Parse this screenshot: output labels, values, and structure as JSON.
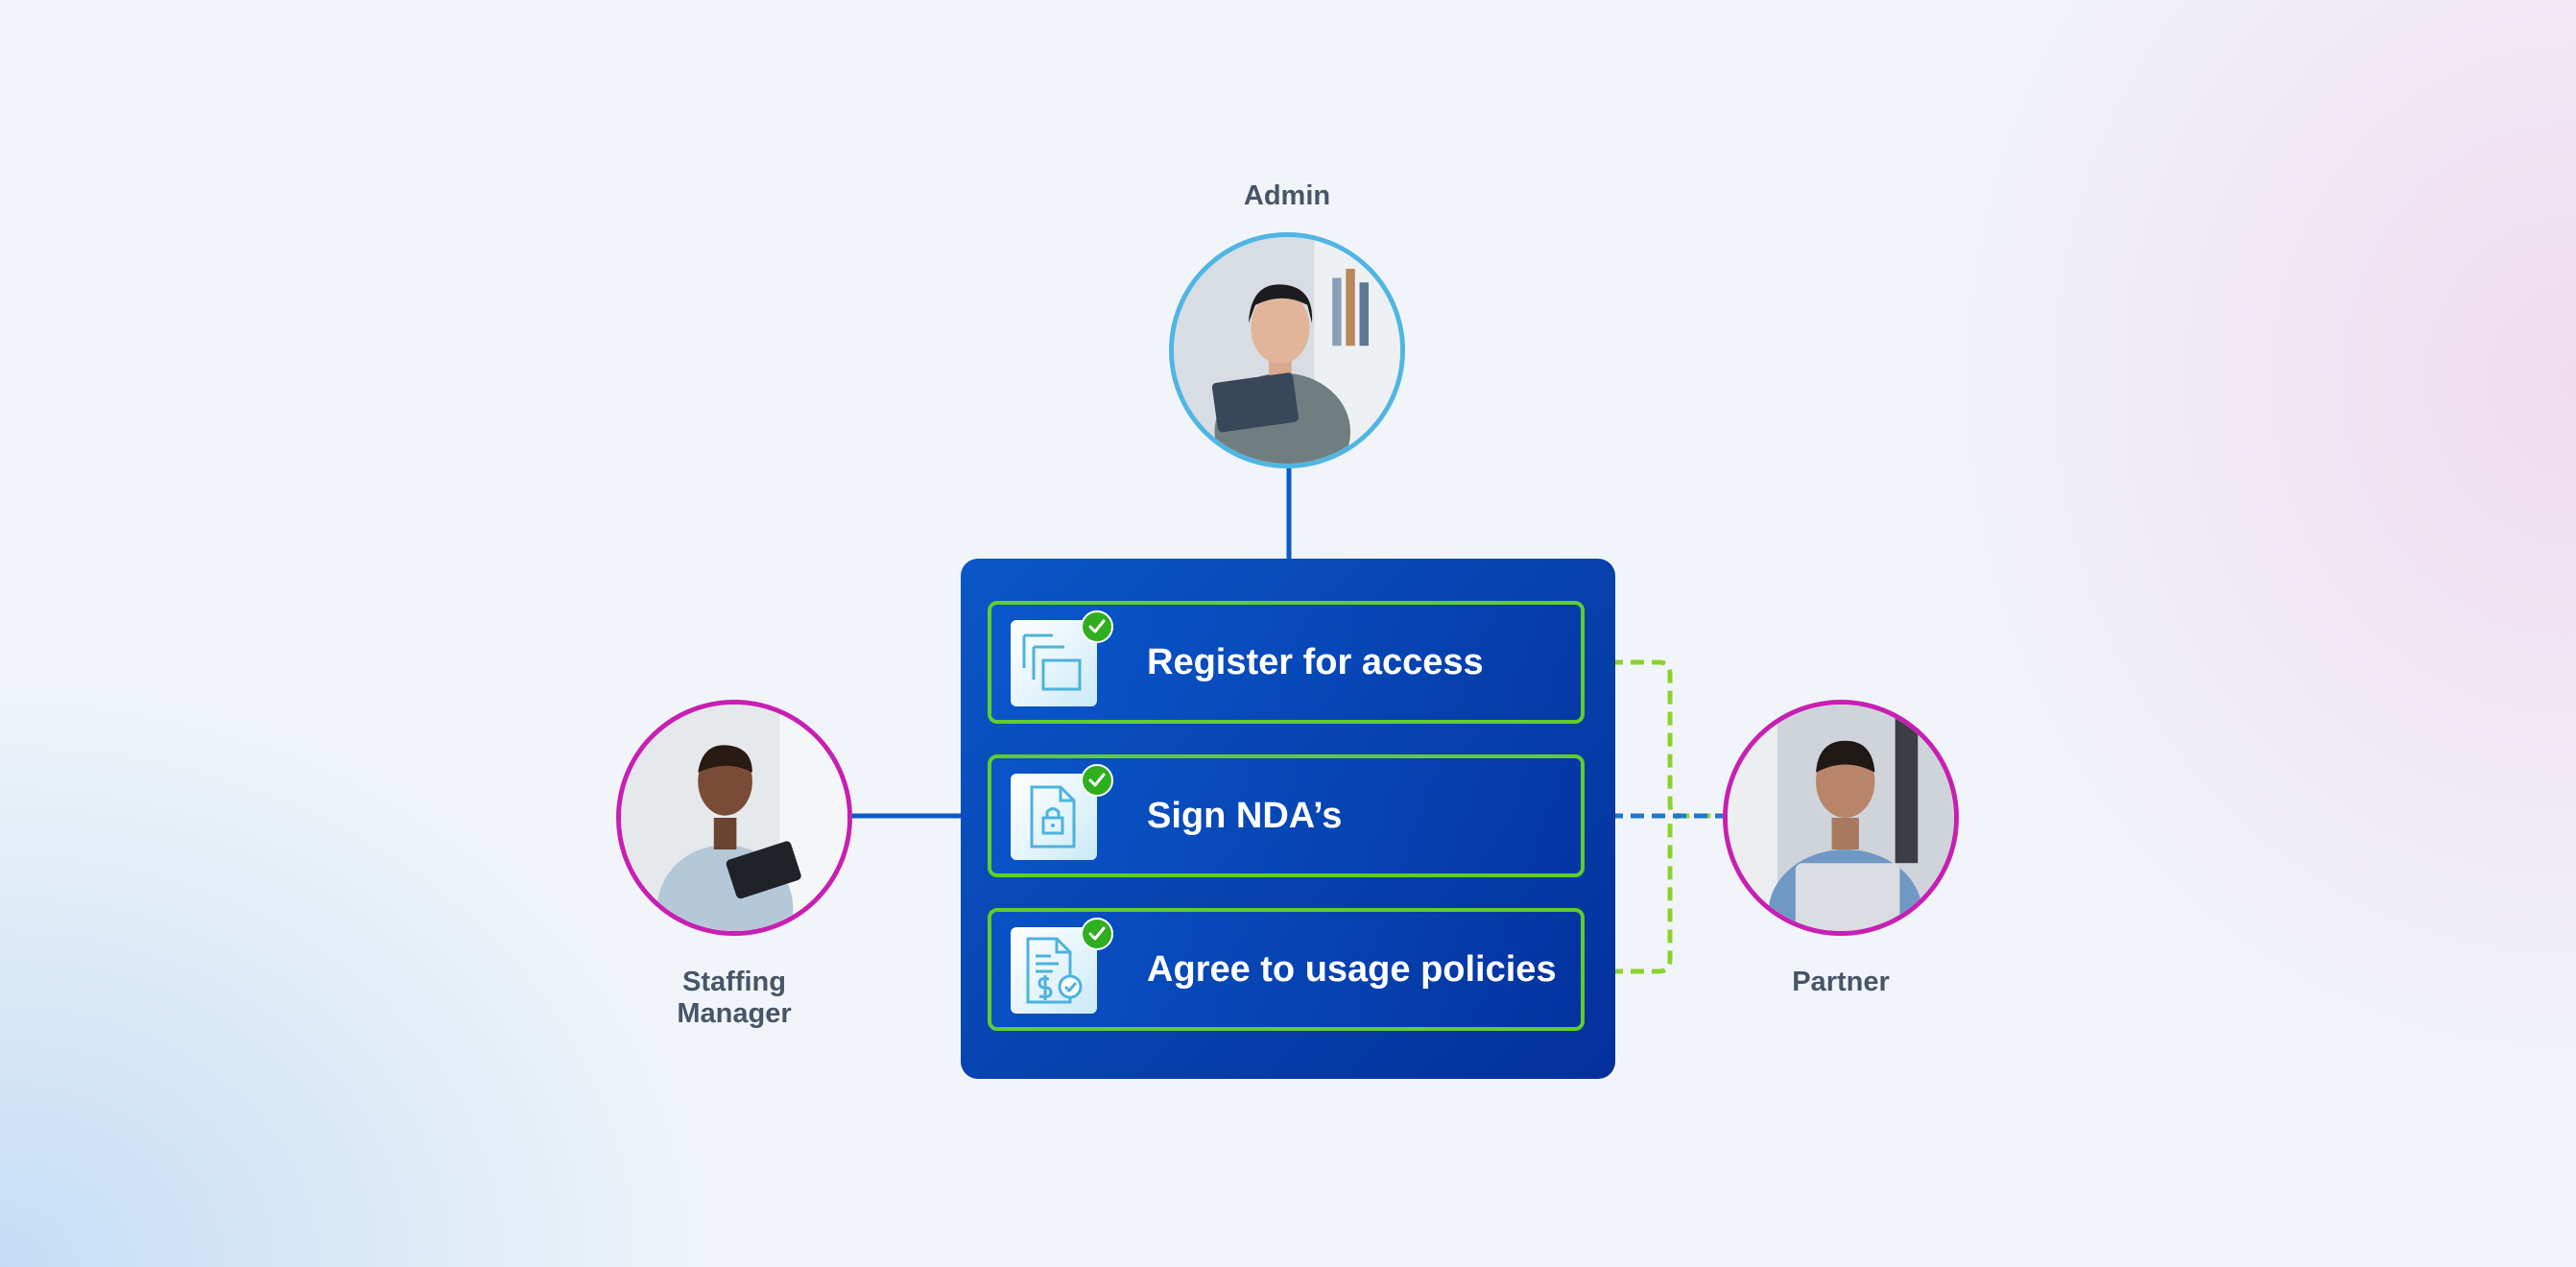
{
  "personas": {
    "admin": {
      "name": "Admin"
    },
    "staffing_manager": {
      "name": "Staffing\nManager"
    },
    "partner": {
      "name": "Partner"
    }
  },
  "steps": [
    {
      "label": "Register for access",
      "icon": "documents-stack-icon"
    },
    {
      "label": "Sign NDA’s",
      "icon": "locked-document-icon"
    },
    {
      "label": "Agree to usage policies",
      "icon": "policy-document-icon"
    }
  ],
  "colors": {
    "panel": "#0641ac",
    "step_border": "#5fcd2c",
    "check": "#2fae1f",
    "admin_ring": "#4fb6e3",
    "persona_ring": "#c81fb3",
    "solid_connector": "#0b5bc6",
    "dashed_green": "#8ed12f",
    "dashed_blue": "#1f78c8"
  }
}
